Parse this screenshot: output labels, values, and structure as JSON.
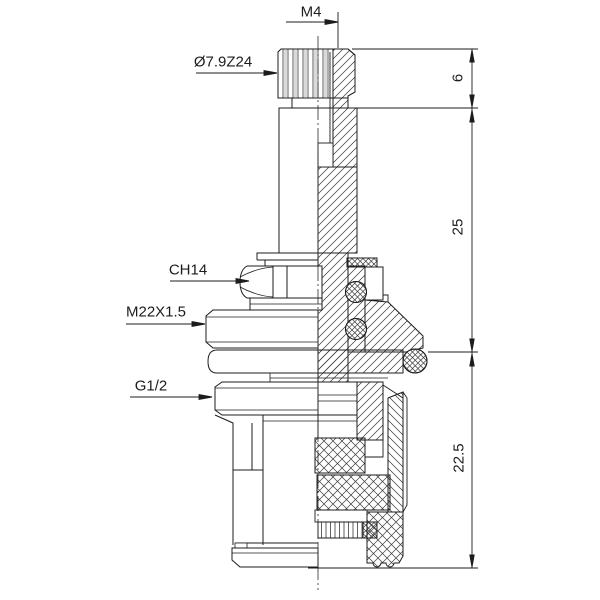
{
  "drawing": {
    "type": "technical-drawing",
    "subject": "faucet valve cartridge cross-section",
    "colors": {
      "line": "#1c1c1c",
      "background": "#ffffff",
      "knurl_shade": "#d9d9d9"
    },
    "labels": {
      "top_thread": "M4",
      "spline_diameter": "Ø7.9Z24",
      "hex_size": "CH14",
      "mount_thread": "M22X1.5",
      "inlet_thread": "G1/2"
    },
    "dimensions": {
      "head_height": "6",
      "upper_section_length": "25",
      "lower_section_length": "22.5"
    }
  }
}
